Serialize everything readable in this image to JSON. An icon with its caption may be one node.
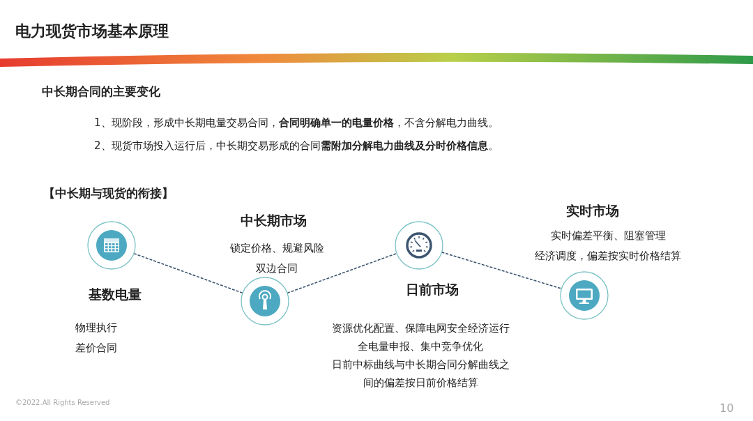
{
  "diagram": {
    "title": "电力现货市场基本原理",
    "nodes": [
      {
        "text": [],
        "shape": "circle",
        "beside": [
          "基数电量",
          "物理执行",
          "差价合同"
        ]
      },
      {
        "text": [],
        "shape": "circle",
        "beside": [
          "中长期市场",
          "锁定价格、规避风险",
          "双边合同"
        ]
      },
      {
        "text": [],
        "shape": "circle",
        "beside": [
          "日前市场",
          "资源优化配置、保障电网安全经济运行",
          "全电量申报、集中竞争优化",
          "日前中标曲线与中长期合同分解曲线之间的偏差按日前价格结算"
        ]
      },
      {
        "text": [],
        "shape": "circle",
        "beside": [
          "实时市场",
          "实时偏差平衡、阻塞管理",
          "经济调度，偏差按实时价格结算"
        ]
      }
    ],
    "edges": [
      {
        "from": 0,
        "to": 1,
        "arrow": "none",
        "style": "dashed"
      },
      {
        "from": 1,
        "to": 2,
        "arrow": "none",
        "style": "dashed"
      },
      {
        "from": 2,
        "to": 3,
        "arrow": "none",
        "style": "dashed"
      }
    ],
    "labels": [
      "中长期合同的主要变化",
      "1、现阶段，形成中长期电量交易合同，**合同明确单一的电量价格**，不含分解电力曲线。",
      "2、现货市场投入运行后，中长期交易形成的合同**需附加分解电力曲线及分时价格信息**。",
      "【中长期与现货的衔接】",
      "©2022.All Rights Reserved",
      "10"
    ]
  }
}
